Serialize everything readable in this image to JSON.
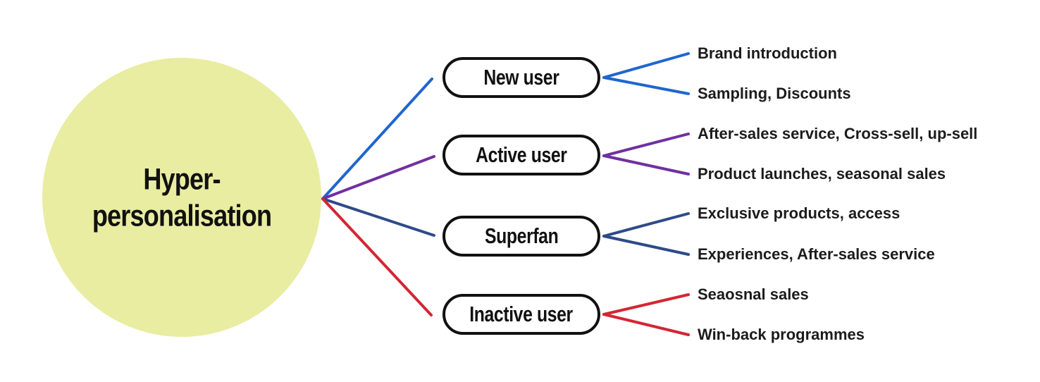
{
  "root": {
    "title": "Hyper-personalisation",
    "title_line1": "Hyper-",
    "title_line2": "personalisation",
    "fill": "#e9eda2"
  },
  "branches": [
    {
      "label": "New user",
      "color": "#1f66cf",
      "leaves": [
        "Brand introduction",
        "Sampling, Discounts"
      ]
    },
    {
      "label": "Active user",
      "color": "#7030a0",
      "leaves": [
        "After-sales service, Cross-sell, up-sell",
        "Product launches, seasonal sales"
      ]
    },
    {
      "label": "Superfan",
      "color": "#2e4a89",
      "leaves": [
        "Exclusive products, access",
        "Experiences, After-sales service"
      ]
    },
    {
      "label": "Inactive user",
      "color": "#d22733",
      "leaves": [
        "Seaosnal sales",
        "Win-back programmes"
      ]
    }
  ]
}
